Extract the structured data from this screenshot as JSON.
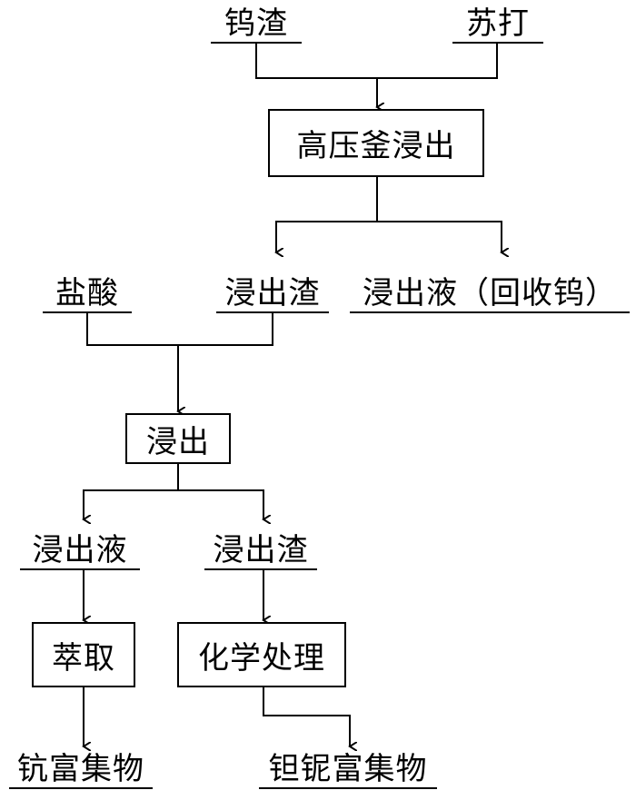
{
  "inputs": {
    "tungsten_slag": "钨渣",
    "soda": "苏打"
  },
  "steps": {
    "autoclave_leach": "高压釜浸出",
    "leach": "浸出",
    "extraction": "萃取",
    "chemical_treatment": "化学处理"
  },
  "stage1": {
    "hydrochloric_acid": "盐酸",
    "leach_residue": "浸出渣",
    "leach_liquor_recover_w": "浸出液（回收钨）"
  },
  "stage2": {
    "leach_liquor": "浸出液",
    "leach_residue": "浸出渣"
  },
  "products": {
    "scandium_concentrate": "钪富集物",
    "tantalum_niobium_concentrate": "钽铌富集物"
  }
}
